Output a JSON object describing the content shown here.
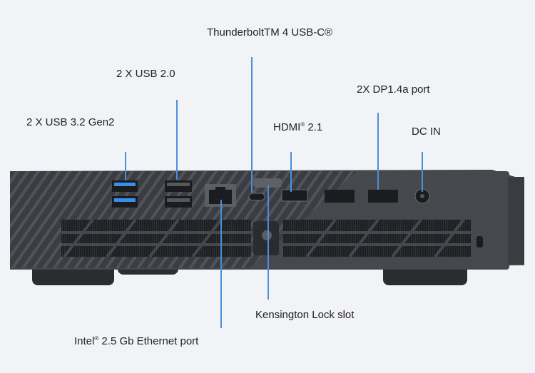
{
  "labels": {
    "thunderbolt": {
      "text": "ThunderboltTM 4 USB-C®"
    },
    "usb2": {
      "text": "2 X USB 2.0"
    },
    "dp": {
      "text": "2X DP1.4a port"
    },
    "usb32": {
      "text": "2 X USB 3.2 Gen2"
    },
    "hdmi": {
      "text": "HDMI",
      "sup": "®",
      "suffix": " 2.1"
    },
    "dcin": {
      "text": "DC IN"
    },
    "kensington": {
      "text": "Kensington Lock slot"
    },
    "ethernet": {
      "text": "Intel",
      "sup": "®",
      "suffix": " 2.5 Gb Ethernet port"
    }
  },
  "colors": {
    "callout_line": "#4a8fdc",
    "chassis": "#3c3f44",
    "usb3_blue": "#3a8ee6",
    "background": "#f2f3f7"
  }
}
